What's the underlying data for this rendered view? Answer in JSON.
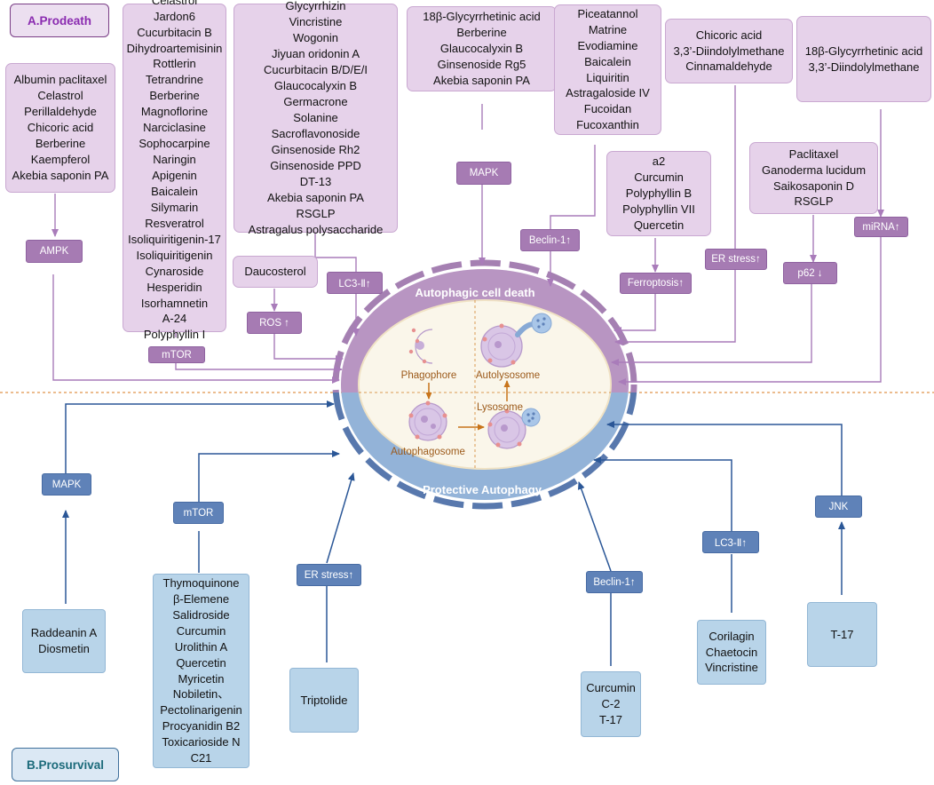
{
  "titles": {
    "prodeath": "A.Prodeath",
    "prosurvival": "B.Prosurvival"
  },
  "center": {
    "top_label": "Autophagic cell death",
    "bottom_label": "Protective Autophagy",
    "stages": {
      "phagophore": "Phagophore",
      "autolysosome": "Autolysosome",
      "lysosome": "Lysosome",
      "autophagosome": "Autophagosome"
    }
  },
  "prodeath": {
    "groups": [
      {
        "compounds": [
          "Albumin paclitaxel",
          "Celastrol",
          "Perillaldehyde",
          "Chicoric acid",
          "Berberine",
          "Kaempferol",
          "Akebia saponin PA"
        ],
        "target": "AMPK"
      },
      {
        "compounds": [
          "Celastrol",
          "Jardon6",
          "Cucurbitacin B",
          "Dihydroartemisinin",
          "Rottlerin",
          "Tetrandrine",
          "Berberine",
          "Magnoflorine",
          "Narciclasine",
          "Sophocarpine",
          "Naringin",
          "Apigenin",
          "Baicalein",
          "Silymarin",
          "Resveratrol",
          "Isoliquiritigenin-17",
          "Isoliquiritigenin",
          "Cynaroside",
          "Hesperidin",
          "Isorhamnetin",
          "A-24",
          "Polyphyllin I"
        ],
        "target": "mTOR"
      },
      {
        "compounds": [
          "Glycyrrhizin",
          "Vincristine",
          "Wogonin",
          "Jiyuan oridonin A",
          "Cucurbitacin B/D/E/I",
          "Glaucocalyxin B",
          "Germacrone",
          "Solanine",
          "Sacroflavonoside",
          "Ginsenoside Rh2",
          "Ginsenoside PPD",
          "DT-13",
          "Akebia saponin PA",
          "RSGLP",
          "Astragalus polysaccharide"
        ],
        "target": "LC3-Ⅱ↑"
      },
      {
        "compounds": [
          "Daucosterol"
        ],
        "target": "ROS ↑"
      },
      {
        "compounds": [
          "18β-Glycyrrhetinic acid",
          "Berberine",
          "Glaucocalyxin B",
          "Ginsenoside Rg5",
          "Akebia saponin PA"
        ],
        "target": "MAPK"
      },
      {
        "compounds": [
          "Piceatannol",
          "Matrine",
          "Evodiamine",
          "Baicalein",
          "Liquiritin",
          "Astragaloside IV",
          "Fucoidan",
          "Fucoxanthin"
        ],
        "target": "Beclin-1↑"
      },
      {
        "compounds": [
          "a2",
          "Curcumin",
          "Polyphyllin B",
          "Polyphyllin VII",
          "Quercetin"
        ],
        "target": "Ferroptosis↑"
      },
      {
        "compounds": [
          "Chicoric acid",
          "3,3’-Diindolylmethane",
          "Cinnamaldehyde"
        ],
        "target": "ER stress↑"
      },
      {
        "compounds": [
          "Paclitaxel",
          "Ganoderma lucidum",
          "Saikosaponin D",
          "RSGLP"
        ],
        "target": "p62 ↓"
      },
      {
        "compounds": [
          "18β-Glycyrrhetinic acid",
          "3,3’-Diindolylmethane"
        ],
        "target": "miRNA↑"
      }
    ]
  },
  "prosurvival": {
    "groups": [
      {
        "compounds": [
          "Raddeanin A",
          "Diosmetin"
        ],
        "target": "MAPK"
      },
      {
        "compounds": [
          "Thymoquinone",
          "β-Elemene",
          "Salidroside",
          "Curcumin",
          "Urolithin A",
          "Quercetin",
          "Myricetin",
          "Nobiletin、",
          "Pectolinarigenin",
          "Procyanidin B2",
          "Toxicarioside N",
          "C21"
        ],
        "target": "mTOR"
      },
      {
        "compounds": [
          "Triptolide"
        ],
        "target": "ER stress↑"
      },
      {
        "compounds": [
          "Curcumin",
          "C-2",
          "T-17"
        ],
        "target": "Beclin-1↑"
      },
      {
        "compounds": [
          "Corilagin",
          "Chaetocin",
          "Vincristine"
        ],
        "target": "LC3-Ⅱ↑"
      },
      {
        "compounds": [
          "T-17"
        ],
        "target": "JNK"
      }
    ]
  },
  "colors": {
    "prodeath_box": "#e6d2ea",
    "prodeath_tag": "#a67bb3",
    "prodeath_arrow": "#a97cba",
    "prosurvival_box": "#b8d4e9",
    "prosurvival_tag": "#5f82b8",
    "prosurvival_arrow": "#2b5797",
    "divider": "#e0944a",
    "stage_arrow": "#c8741a"
  }
}
